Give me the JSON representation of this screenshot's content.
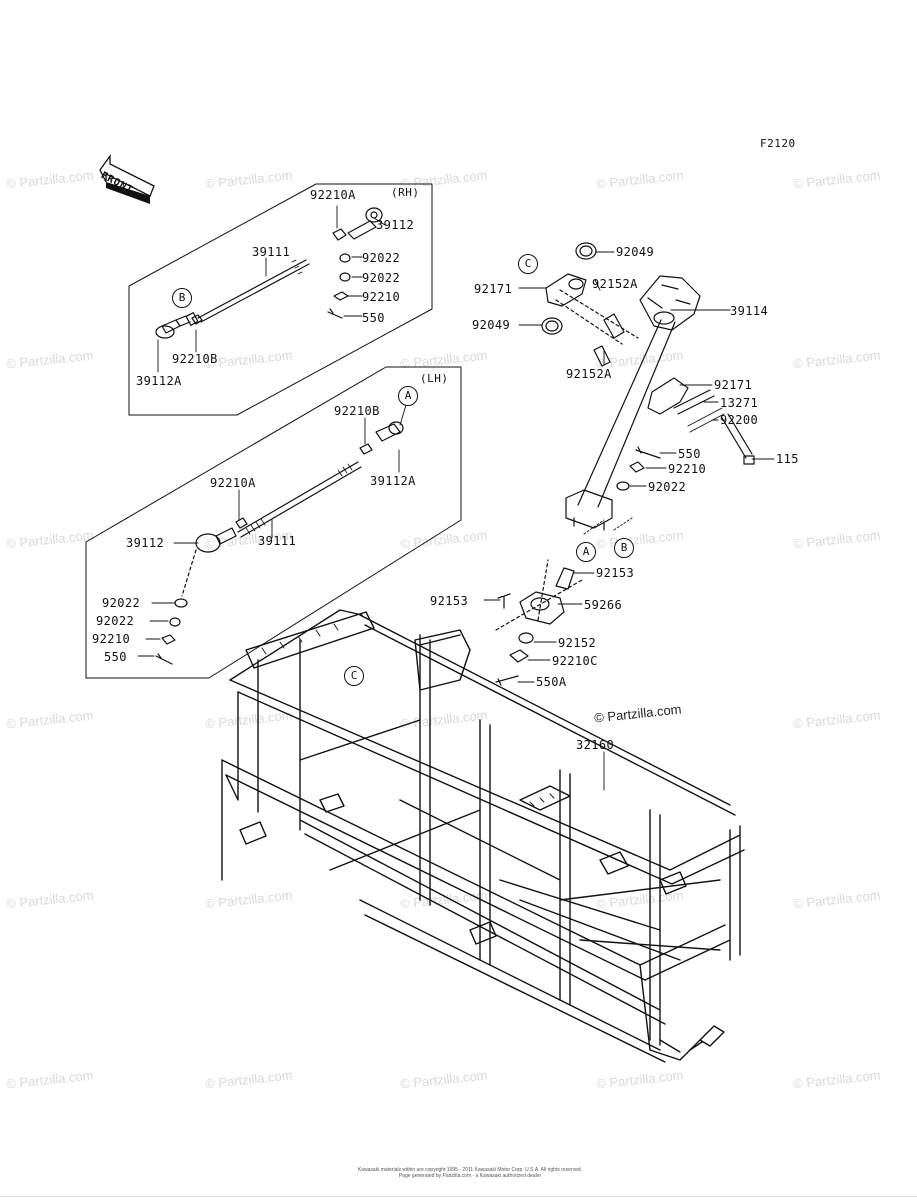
{
  "diagram": {
    "ref_code": "F2120",
    "front_label": "FRONT",
    "rh_label": "(RH)",
    "lh_label": "(LH)",
    "callouts": {
      "a1": "A",
      "a2": "A",
      "b1": "B",
      "b2": "B",
      "c1": "C",
      "c2": "C"
    },
    "parts": {
      "p92210A_rh": "92210A",
      "p39112_rh": "39112",
      "p92022_rh1": "92022",
      "p92022_rh2": "92022",
      "p92210_rh": "92210",
      "p550_rh": "550",
      "p39111_rh": "39111",
      "p92210B_rh": "92210B",
      "p39112A_rh": "39112A",
      "p92210B_lh": "92210B",
      "p39112A_lh": "39112A",
      "p92210A_lh": "92210A",
      "p39112_lh": "39112",
      "p39111_lh": "39111",
      "p92022_lh1": "92022",
      "p92022_lh2": "92022",
      "p92210_lh": "92210",
      "p550_lh": "550",
      "p92049_a": "92049",
      "p92171_a": "92171",
      "p92152A_a": "92152A",
      "p39114": "39114",
      "p92049_b": "92049",
      "p92152A_b": "92152A",
      "p92171_b": "92171",
      "p13271": "13271",
      "p92200": "92200",
      "p550_mid": "550",
      "p115": "115",
      "p92210_mid": "92210",
      "p92022_mid": "92022",
      "p92153_a": "92153",
      "p92153_b": "92153",
      "p59266": "59266",
      "p92152": "92152",
      "p92210C": "92210C",
      "p550A": "550A",
      "p32160": "32160"
    }
  },
  "watermark": {
    "text": "© Partzilla.com",
    "highlight_text": "© Partzilla.com"
  },
  "footer": {
    "line1": "Kawasaki materials within are copyright 1995 - 2011 Kawasaki Motor Corp. U.S.A. All rights reserved.",
    "line2": "Page generated by Partzilla.com - a Kawasaki authorized dealer"
  },
  "colors": {
    "ink": "#111111",
    "watermark": "#d9d9d9"
  }
}
